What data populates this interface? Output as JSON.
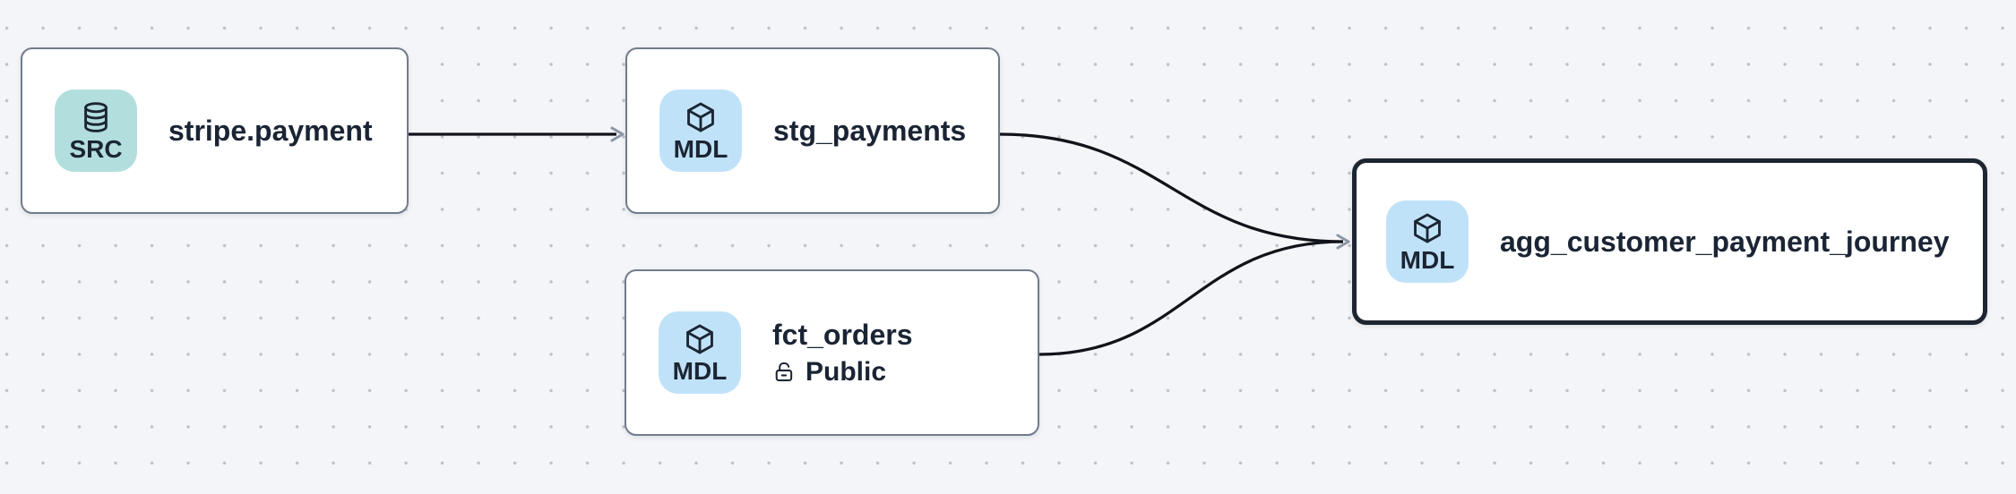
{
  "canvas": {
    "kind": "lineage-graph",
    "colors": {
      "background": "#f4f5f8",
      "grid_dot": "#bcc1cb",
      "node_border": "#717b8b",
      "selected_node_border": "#1d2531",
      "src_badge_bg": "#b2dfde",
      "mdl_badge_bg": "#c0e2f9",
      "text": "#1a2434",
      "edge": "#10141a",
      "arrowhead": "#8d96a4"
    },
    "nodes": [
      {
        "id": "stripe.payment",
        "label": "stripe.payment",
        "type": "source",
        "badge": {
          "label": "SRC",
          "icon": "database-icon"
        },
        "selected": false
      },
      {
        "id": "stg_payments",
        "label": "stg_payments",
        "type": "model",
        "badge": {
          "label": "MDL",
          "icon": "cube-icon"
        },
        "selected": false
      },
      {
        "id": "fct_orders",
        "label": "fct_orders",
        "type": "model",
        "badge": {
          "label": "MDL",
          "icon": "cube-icon"
        },
        "meta": {
          "icon": "lock-open-icon",
          "label": "Public"
        },
        "selected": false
      },
      {
        "id": "agg_customer_payment_journey",
        "label": "agg_customer_payment_journey",
        "type": "model",
        "badge": {
          "label": "MDL",
          "icon": "cube-icon"
        },
        "selected": true
      }
    ],
    "edges": [
      {
        "from": "stripe.payment",
        "to": "stg_payments"
      },
      {
        "from": "stg_payments",
        "to": "agg_customer_payment_journey"
      },
      {
        "from": "fct_orders",
        "to": "agg_customer_payment_journey"
      }
    ]
  }
}
